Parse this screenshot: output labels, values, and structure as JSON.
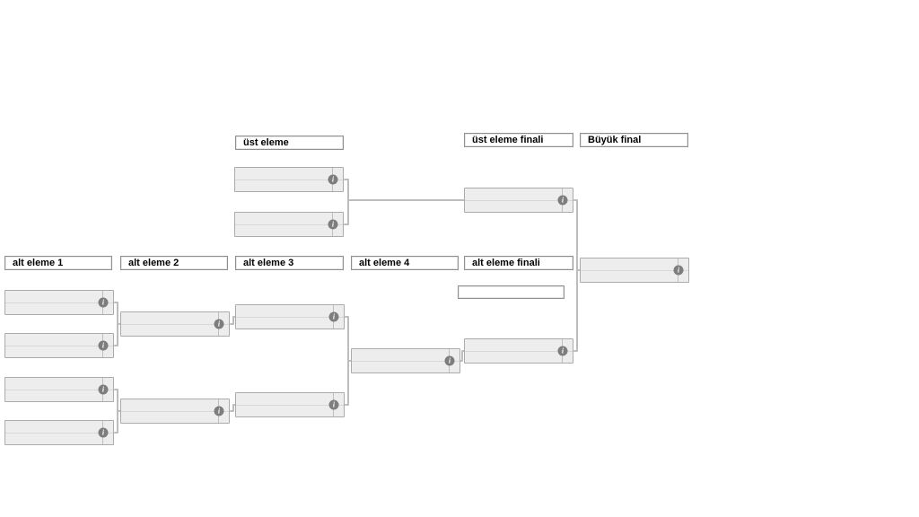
{
  "page": {
    "background": "#ffffff"
  },
  "colors": {
    "connector": "#bdbdbd",
    "match_fill": "#ededed",
    "match_border": "#ababab",
    "label_border": "#8f8f8f",
    "info_icon_fill": "#7d7d7d"
  },
  "icons": {
    "info_glyph": "i"
  },
  "rounds": {
    "upper": {
      "label": "üst eleme"
    },
    "upper_final": {
      "label": "üst eleme finali"
    },
    "grand_final": {
      "label": "Büyük final"
    },
    "lower1": {
      "label": "alt eleme 1"
    },
    "lower2": {
      "label": "alt eleme 2"
    },
    "lower3": {
      "label": "alt eleme 3"
    },
    "lower4": {
      "label": "alt eleme 4"
    },
    "lower_final": {
      "label": "alt eleme finali"
    },
    "extra": {
      "label": ""
    }
  }
}
